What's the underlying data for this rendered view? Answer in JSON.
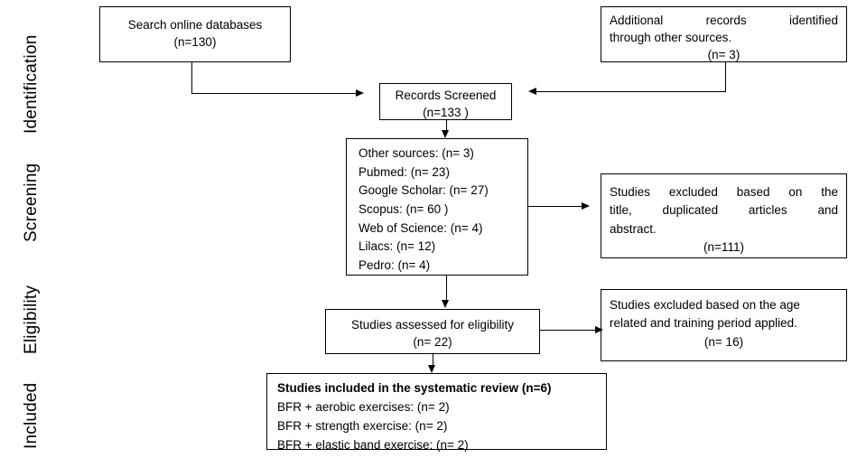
{
  "figure": {
    "type": "prisma-flow-diagram",
    "line_color": "#000000",
    "background": "#ffffff"
  },
  "stages": [
    {
      "key": "identification",
      "label": "Identification"
    },
    {
      "key": "screening",
      "label": "Screening"
    },
    {
      "key": "eligibility",
      "label": "Eligibility"
    },
    {
      "key": "included",
      "label": "Included"
    }
  ],
  "boxes": {
    "search_databases": {
      "line1": "Search online databases",
      "line2": "(n=130)"
    },
    "additional_records": {
      "line1": "Additional records identified",
      "line2": "through other sources.",
      "line3": "(n= 3)"
    },
    "records_screened": {
      "line1": "Records Screened",
      "line2": "(n=133 )"
    },
    "sources_breakdown": {
      "items": [
        "Other sources: (n= 3)",
        "Pubmed:  (n= 23)",
        "Google Scholar: (n= 27)",
        "Scopus: (n= 60 )",
        "Web of Science: (n= 4)",
        "Lilacs: (n= 12)",
        "Pedro: (n= 4)"
      ]
    },
    "excluded_title_abstract": {
      "line1": "Studies excluded based on the",
      "line2": "title, duplicated articles and",
      "line3": "abstract.",
      "line4": "(n=111)"
    },
    "assessed_eligibility": {
      "line1": "Studies assessed for eligibility",
      "line2": "(n= 22)"
    },
    "excluded_age_training": {
      "line1": "Studies excluded based on the age",
      "line2": "related and training period applied.",
      "line3": "(n= 16)"
    },
    "included_studies": {
      "heading": "Studies included in the systematic review (n=6)",
      "items": [
        "BFR + aerobic exercises: (n= 2)",
        "BFR + strength exercise: (n= 2)",
        "BFR + elastic band exercise: (n= 2)"
      ]
    }
  }
}
